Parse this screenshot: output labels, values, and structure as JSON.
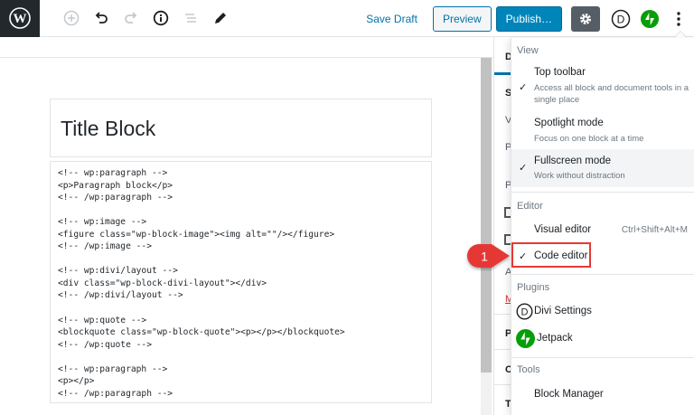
{
  "header": {
    "logo": "wordpress-logo",
    "tools": [
      {
        "name": "add-block-icon",
        "enabled": false
      },
      {
        "name": "undo-icon",
        "enabled": true
      },
      {
        "name": "redo-icon",
        "enabled": false
      },
      {
        "name": "info-icon",
        "enabled": true
      },
      {
        "name": "block-navigation-icon",
        "enabled": false
      },
      {
        "name": "edit-pencil-icon",
        "enabled": true
      }
    ],
    "save_draft": "Save Draft",
    "preview": "Preview",
    "publish": "Publish…",
    "settings_icon": "gear-icon",
    "divi_icon": "D",
    "jetpack_icon": "jetpack-icon",
    "more_icon": "more-vertical-icon"
  },
  "editor": {
    "title": "Title Block",
    "code_lines": [
      "<!-- wp:paragraph -->",
      "<p>Paragraph block</p>",
      "<!-- /wp:paragraph -->",
      "",
      "<!-- wp:image -->",
      "<figure class=\"wp-block-image\"><img alt=\"\"/></figure>",
      "<!-- /wp:image -->",
      "",
      "<!-- wp:divi/layout -->",
      "<div class=\"wp-block-divi-layout\"></div>",
      "<!-- /wp:divi/layout -->",
      "",
      "<!-- wp:quote -->",
      "<blockquote class=\"wp-block-quote\"><p></p></blockquote>",
      "<!-- /wp:quote -->",
      "",
      "<!-- wp:paragraph -->",
      "<p></p>",
      "<!-- /wp:paragraph -->"
    ]
  },
  "sidebar": {
    "tab": "D",
    "letters": [
      "S",
      "V",
      "P",
      "P",
      "A",
      "M",
      "P",
      "C",
      "T"
    ]
  },
  "menu": {
    "view": {
      "label": "View",
      "items": [
        {
          "label": "Top toolbar",
          "desc": "Access all block and document tools in a single place",
          "checked": true
        },
        {
          "label": "Spotlight mode",
          "desc": "Focus on one block at a time",
          "checked": false
        },
        {
          "label": "Fullscreen mode",
          "desc": "Work without distraction",
          "checked": true
        }
      ]
    },
    "editor": {
      "label": "Editor",
      "items": [
        {
          "label": "Visual editor",
          "shortcut": "Ctrl+Shift+Alt+M",
          "checked": false
        },
        {
          "label": "Code editor",
          "checked": true
        }
      ]
    },
    "plugins": {
      "label": "Plugins",
      "items": [
        {
          "label": "Divi Settings",
          "icon": "divi-icon"
        },
        {
          "label": "Jetpack",
          "icon": "jetpack-icon"
        }
      ]
    },
    "tools": {
      "label": "Tools",
      "items": [
        {
          "label": "Block Manager"
        }
      ]
    },
    "check_glyph": "✓"
  },
  "annotation": {
    "number": "1",
    "color": "#e53935"
  },
  "colors": {
    "primary": "#0085ba",
    "link": "#0073aa",
    "dark": "#23282d",
    "jetpack": "#069e08"
  }
}
